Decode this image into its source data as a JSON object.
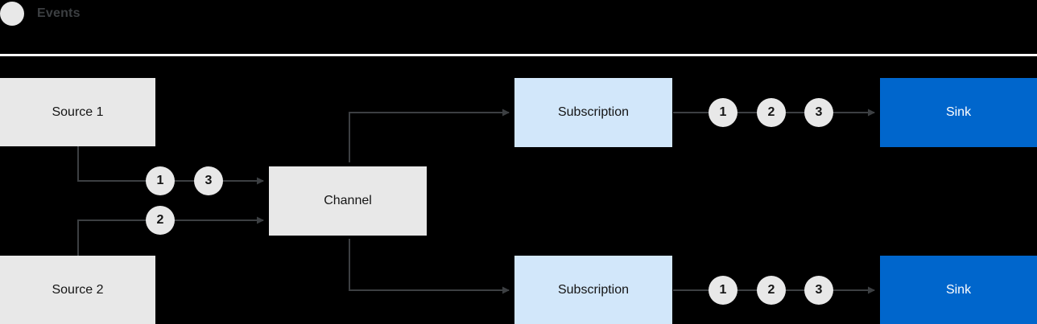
{
  "legend": {
    "dot_icon": "event-dot-icon",
    "label": "Events",
    "dot_color": "#e8e8e8",
    "label_color": "#3c3f42"
  },
  "divider": {
    "color": "#ffffff"
  },
  "colors": {
    "background": "#000000",
    "source_fill": "#e8e8e8",
    "channel_fill": "#e8e8e8",
    "subscription_fill": "#d2e7fa",
    "sink_fill": "#0066cc",
    "sink_text": "#ffffff",
    "event_fill": "#e8e8e8",
    "arrow": "#3c3f42"
  },
  "nodes": {
    "source1": "Source 1",
    "source2": "Source 2",
    "channel": "Channel",
    "subscription_top": "Subscription",
    "subscription_bottom": "Subscription",
    "sink_top": "Sink",
    "sink_bottom": "Sink"
  },
  "events": {
    "source1_out": [
      "1",
      "3"
    ],
    "source2_out": [
      "2"
    ],
    "subscription_top_out": [
      "1",
      "2",
      "3"
    ],
    "subscription_bottom_out": [
      "1",
      "2",
      "3"
    ]
  }
}
